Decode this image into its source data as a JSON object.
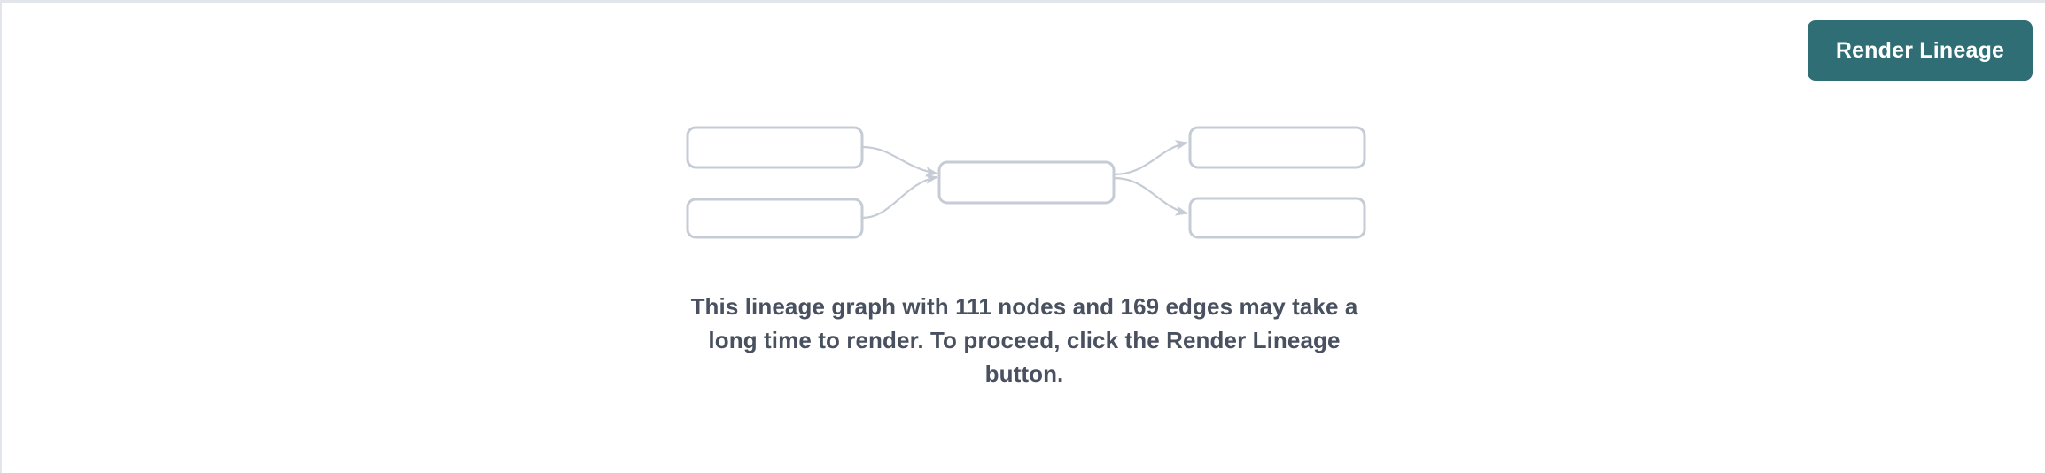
{
  "page": {
    "background_color": "#ffffff",
    "border_color": "#e2e5e9"
  },
  "toolbar": {
    "render_lineage_label": "Render Lineage",
    "render_lineage_color": "#2f6e74",
    "render_lineage_text_color": "#ffffff"
  },
  "placeholder_graph": {
    "node_border_color": "#c5ccd6",
    "edge_color": "#c5ccd6",
    "nodes": [
      {
        "id": "left-top",
        "label": ""
      },
      {
        "id": "left-bottom",
        "label": ""
      },
      {
        "id": "center",
        "label": ""
      },
      {
        "id": "right-top",
        "label": ""
      },
      {
        "id": "right-bottom",
        "label": ""
      }
    ],
    "edges": [
      {
        "from": "left-top",
        "to": "center"
      },
      {
        "from": "left-bottom",
        "to": "center"
      },
      {
        "from": "center",
        "to": "right-top"
      },
      {
        "from": "center",
        "to": "right-bottom"
      }
    ]
  },
  "notice": {
    "text": "This lineage graph with 111 nodes and 169 edges may take a long time to render. To proceed, click the Render Lineage button.",
    "node_count": 111,
    "edge_count": 169,
    "text_color": "#49505f"
  }
}
